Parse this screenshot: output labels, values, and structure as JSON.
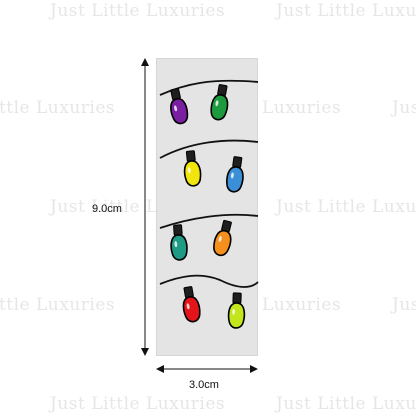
{
  "product": {
    "height_label": "9.0cm",
    "width_label": "3.0cm"
  },
  "watermark": {
    "text": "Just Little Luxuries"
  },
  "colors": {
    "panel": "#e4e4e4",
    "wire": "#111111",
    "socket": "#1e1e1e",
    "bulbs": [
      "#7a1fa2",
      "#1e9a3e",
      "#f2e40d",
      "#3a8fd6",
      "#1f9a84",
      "#f5901e",
      "#e4141b",
      "#c2e51c"
    ]
  },
  "illustration": {
    "strands": 4,
    "bulbs_per_strand": 2,
    "bulb_colors": [
      "purple",
      "green",
      "yellow",
      "blue",
      "teal",
      "orange",
      "red",
      "lime"
    ]
  }
}
